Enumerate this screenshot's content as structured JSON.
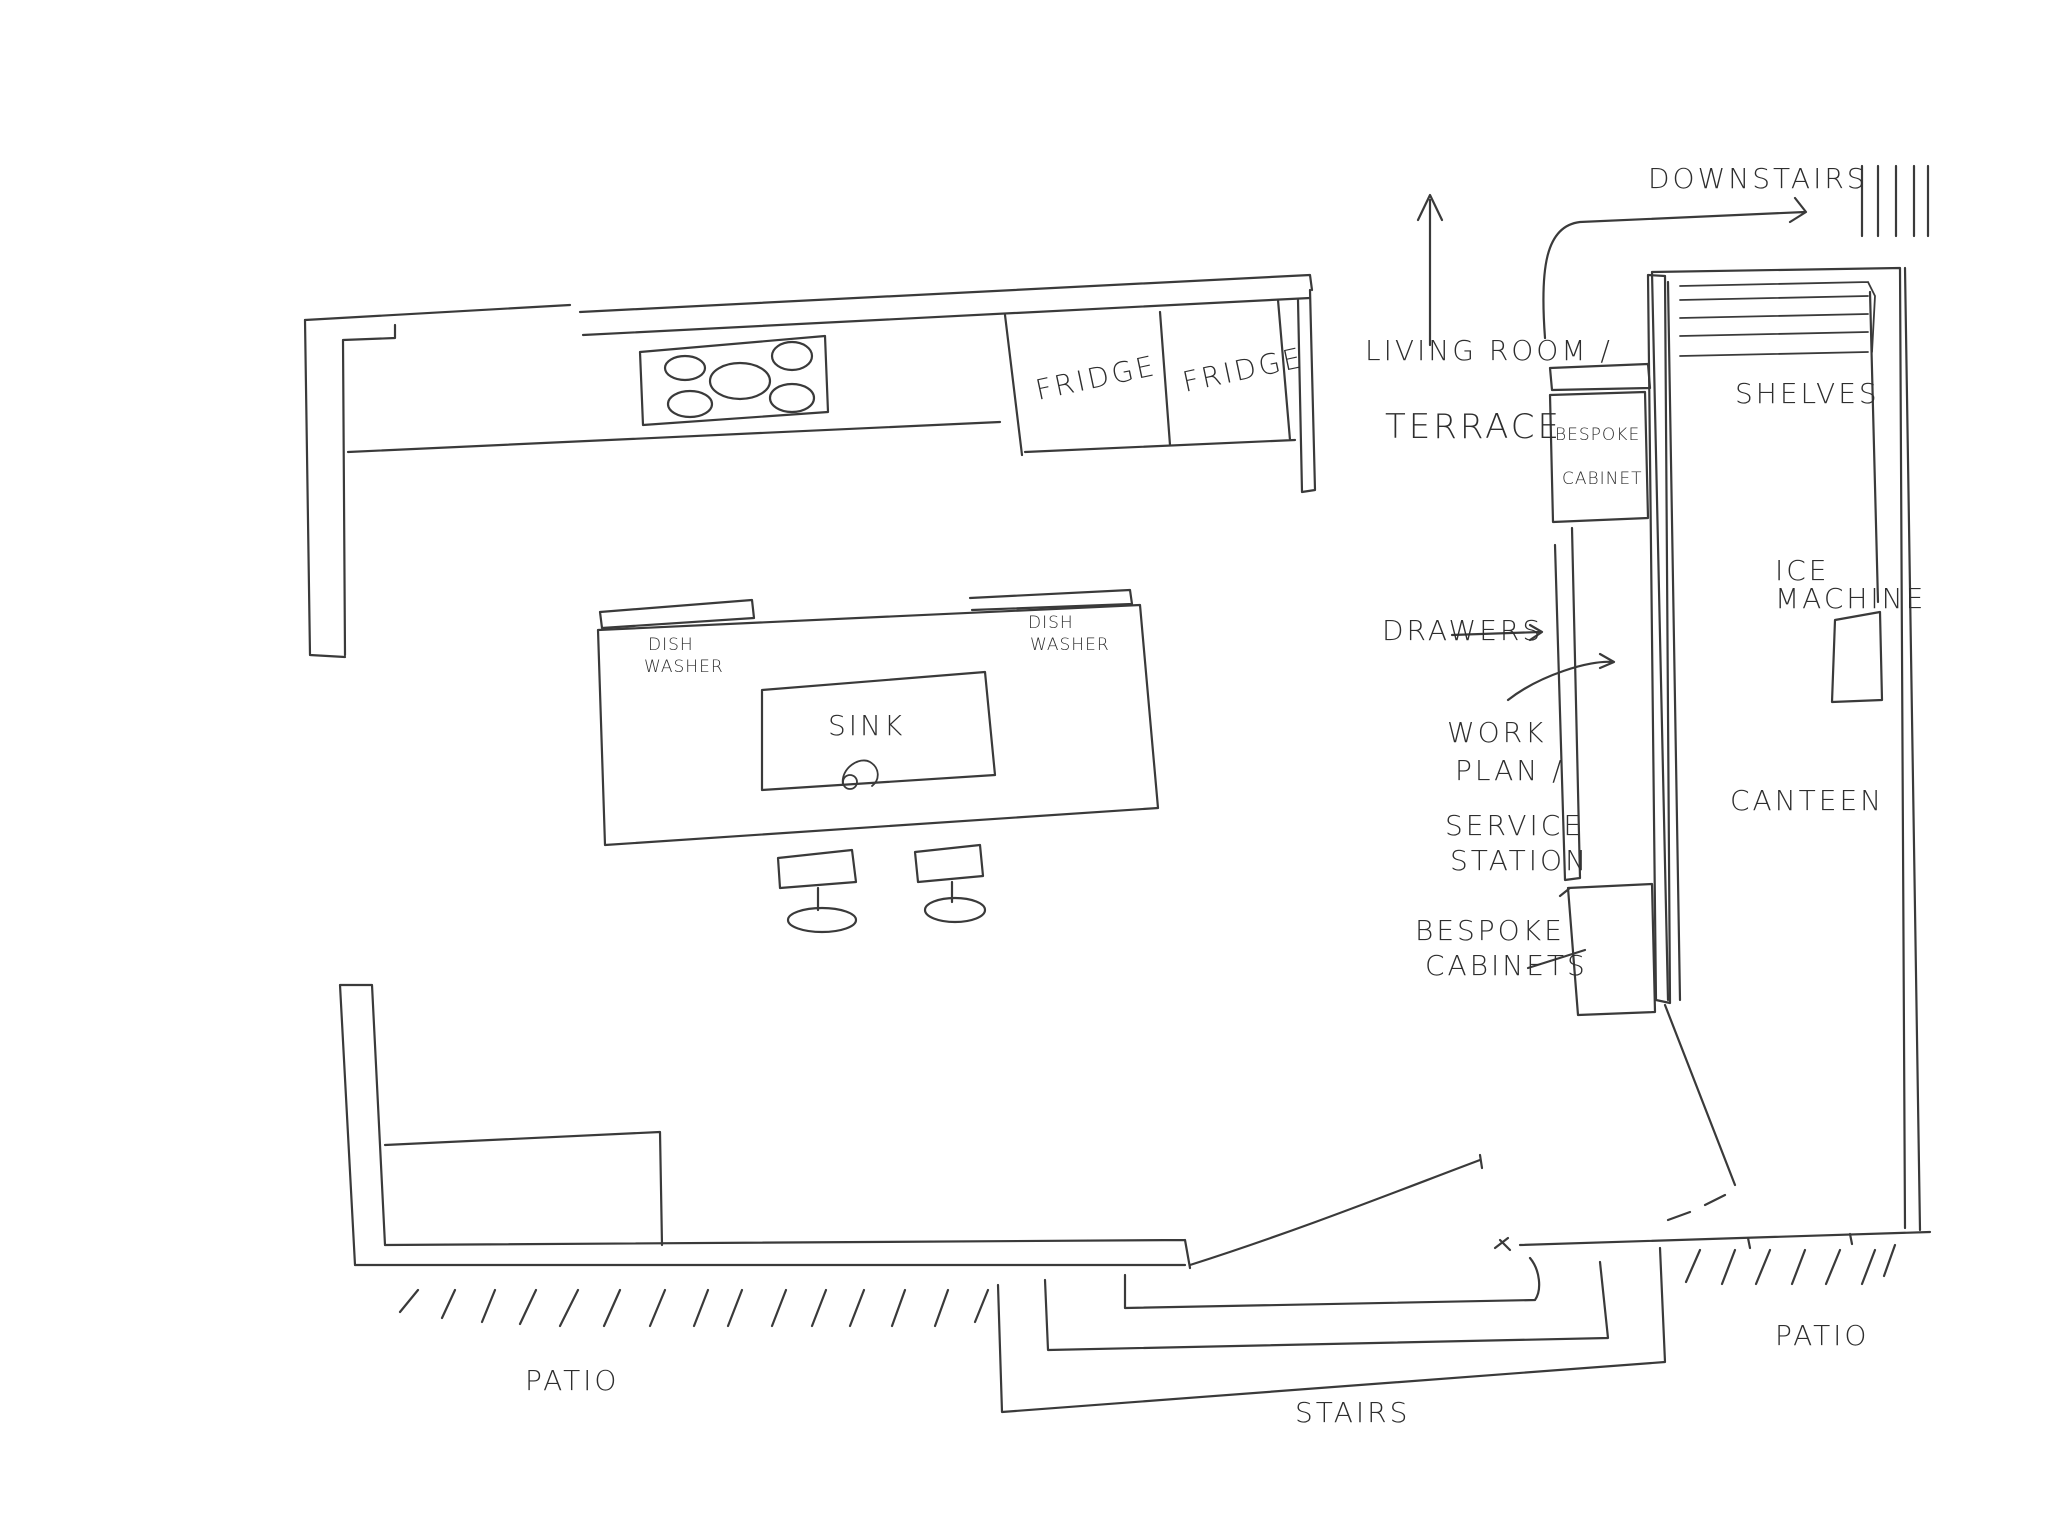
{
  "labels": {
    "downstairs": "DOWNSTAIRS",
    "living_room": "LIVING ROOM /",
    "terrace": "TERRACE",
    "fridge_1": "FRIDGE",
    "fridge_2": "FRIDGE",
    "dishwasher_left": [
      "DISH",
      "WASHER"
    ],
    "dishwasher_right": [
      "DISH",
      "WASHER"
    ],
    "sink": "SINK",
    "bespoke_cabinet": [
      "BESPOKE",
      "CABINET"
    ],
    "shelves": "SHELVES",
    "ice_machine": [
      "ICE",
      "MACHINE"
    ],
    "drawers": "DRAWERS",
    "work_plan": [
      "WORK",
      "PLAN /"
    ],
    "service_station": [
      "SERVICE",
      "STATION"
    ],
    "bespoke_cabinets": [
      "BESPOKE",
      "CABINETS"
    ],
    "canteen": "CANTEEN",
    "patio_left": "PATIO",
    "patio_right": "PATIO",
    "stairs": "STAIRS"
  }
}
